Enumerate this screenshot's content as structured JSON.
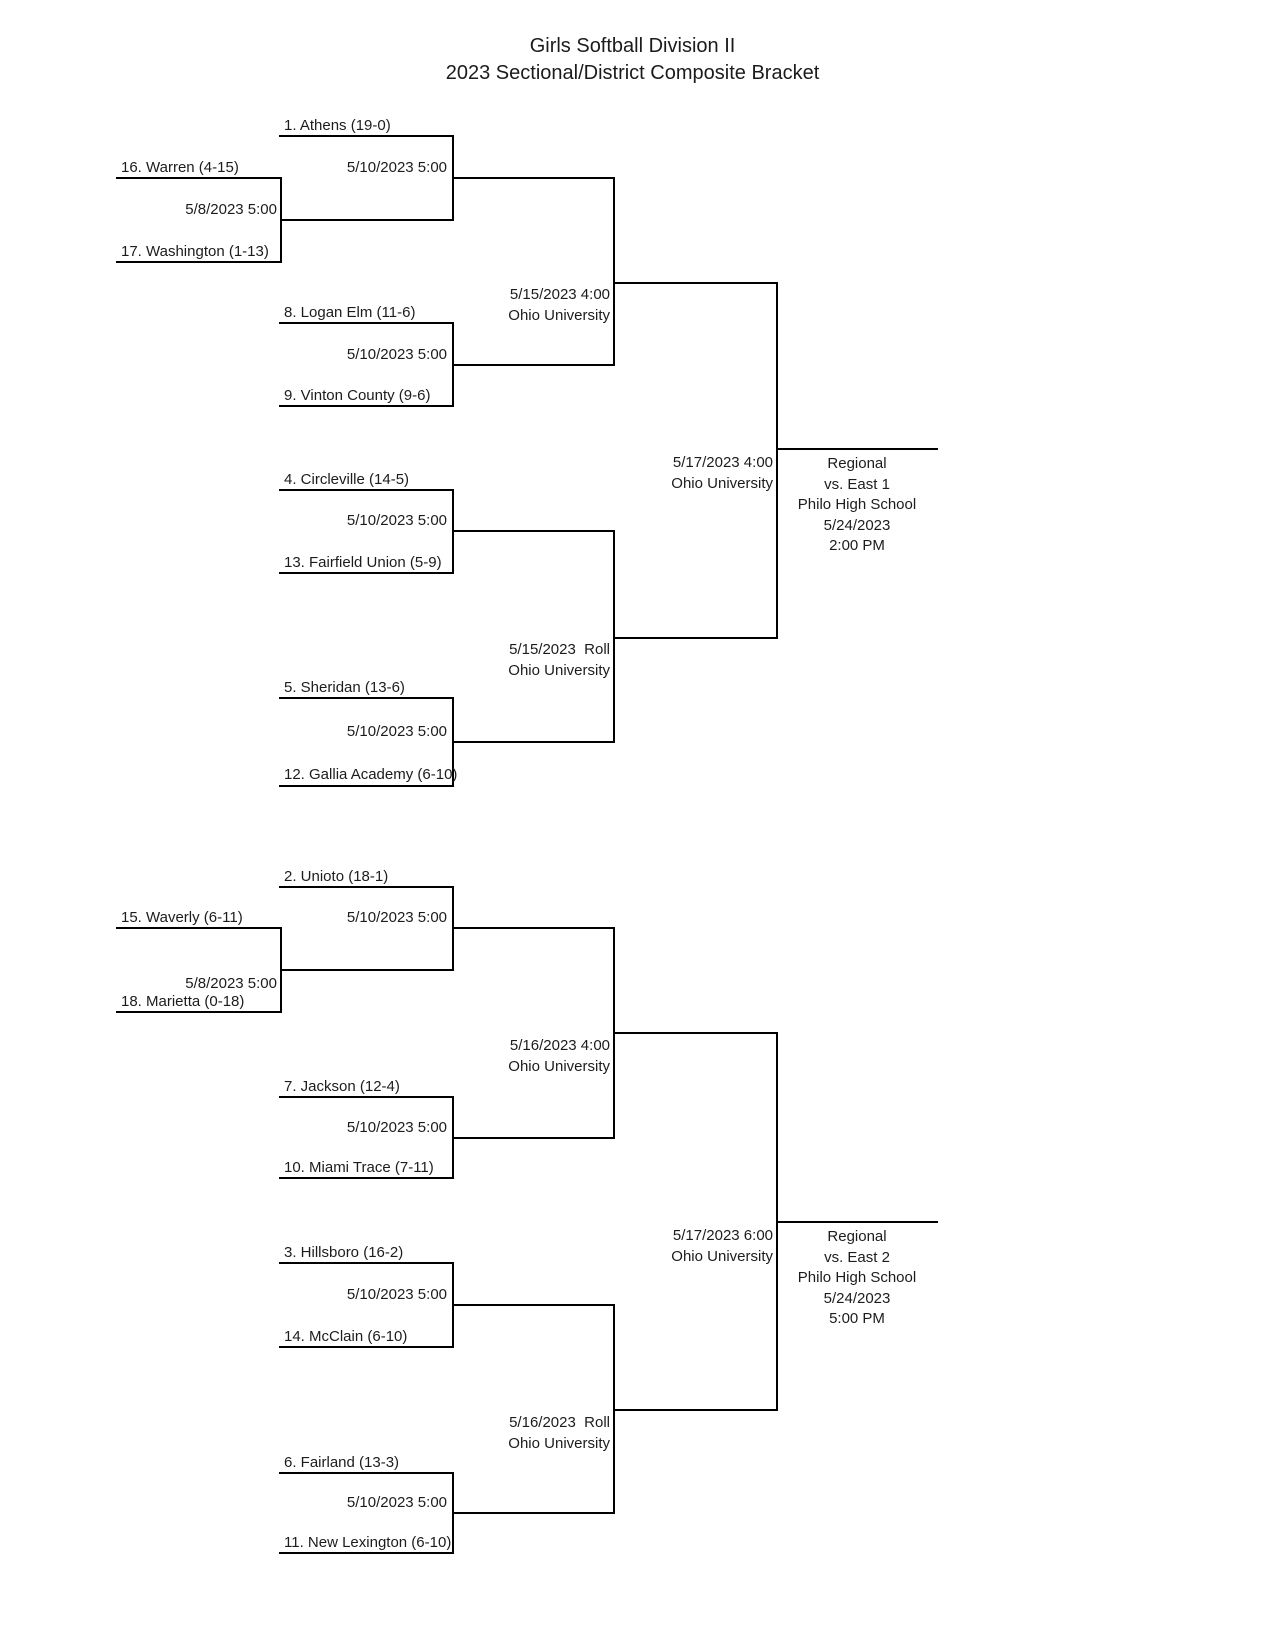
{
  "title": {
    "line1": "Girls Softball Division II",
    "line2": "2023 Sectional/District Composite Bracket"
  },
  "east1": {
    "playin": {
      "top_team": "16. Warren (4-15)",
      "bottom_team": "17. Washington (1-13)",
      "schedule": "5/8/2023 5:00"
    },
    "game1": {
      "top_team": "1. Athens (19-0)",
      "schedule": "5/10/2023 5:00"
    },
    "game2": {
      "top_team": "8. Logan Elm (11-6)",
      "bottom_team": "9. Vinton County (9-6)",
      "schedule": "5/10/2023 5:00"
    },
    "game3": {
      "top_team": "4. Circleville (14-5)",
      "bottom_team": "13. Fairfield Union (5-9)",
      "schedule": "5/10/2023 5:00"
    },
    "game4": {
      "top_team": "5. Sheridan (13-6)",
      "bottom_team": "12. Gallia Academy (6-10)",
      "schedule": "5/10/2023 5:00"
    },
    "semifinal1": {
      "schedule": "5/15/2023 4:00",
      "location": "Ohio University"
    },
    "semifinal2": {
      "schedule": "5/15/2023  Roll",
      "location": "Ohio University"
    },
    "final": {
      "schedule": "5/17/2023 4:00",
      "location": "Ohio University"
    },
    "regional": {
      "title": "Regional",
      "opponent": "vs. East 1",
      "venue": "Philo High School",
      "date": "5/24/2023",
      "time": "2:00 PM"
    }
  },
  "east2": {
    "playin": {
      "top_team": "15. Waverly (6-11)",
      "bottom_team": "18. Marietta (0-18)",
      "schedule": "5/8/2023 5:00"
    },
    "game1": {
      "top_team": "2. Unioto (18-1)",
      "schedule": "5/10/2023 5:00"
    },
    "game2": {
      "top_team": "7. Jackson (12-4)",
      "bottom_team": "10. Miami Trace (7-11)",
      "schedule": "5/10/2023 5:00"
    },
    "game3": {
      "top_team": "3. Hillsboro (16-2)",
      "bottom_team": "14. McClain (6-10)",
      "schedule": "5/10/2023 5:00"
    },
    "game4": {
      "top_team": "6. Fairland (13-3)",
      "bottom_team": "11. New Lexington (6-10)",
      "schedule": "5/10/2023 5:00"
    },
    "semifinal1": {
      "schedule": "5/16/2023 4:00",
      "location": "Ohio University"
    },
    "semifinal2": {
      "schedule": "5/16/2023  Roll",
      "location": "Ohio University"
    },
    "final": {
      "schedule": "5/17/2023 6:00",
      "location": "Ohio University"
    },
    "regional": {
      "title": "Regional",
      "opponent": "vs. East 2",
      "venue": "Philo High School",
      "date": "5/24/2023",
      "time": "5:00 PM"
    }
  },
  "colors": {
    "background": "#ffffff",
    "line": "#000000",
    "text": "#1c1c1c"
  }
}
